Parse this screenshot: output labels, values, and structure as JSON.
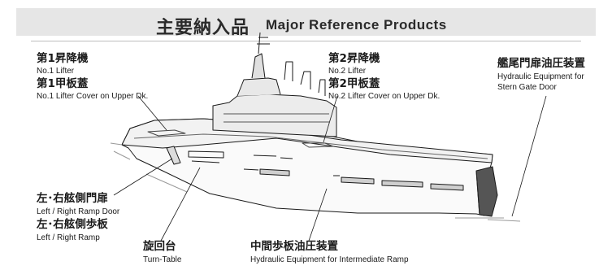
{
  "title": {
    "jp": "主要納入品",
    "en": "Major Reference Products"
  },
  "labels": {
    "lifter1": {
      "jp": "第1昇降機",
      "en": "No.1 Lifter"
    },
    "cover1": {
      "jp": "第1甲板蓋",
      "en": "No.1 Lifter Cover on Upper Dk."
    },
    "lifter2": {
      "jp": "第2昇降機",
      "en": "No.2 Lifter"
    },
    "cover2": {
      "jp": "第2甲板蓋",
      "en": "No.2 Lifter Cover on Upper Dk."
    },
    "stern": {
      "jp": "艦尾門扉油圧装置",
      "en1": "Hydraulic Equipment for",
      "en2": "Stern Gate Door"
    },
    "rampdoor": {
      "jp": "左･右舷側門扉",
      "en": "Left / Right Ramp Door"
    },
    "ramp": {
      "jp": "左･右舷側歩板",
      "en": "Left / Right Ramp"
    },
    "turntable": {
      "jp": "旋回台",
      "en": "Turn-Table"
    },
    "intramp": {
      "jp": "中間歩板油圧装置",
      "en": "Hydraulic Equipment for Intermediate Ramp"
    }
  }
}
